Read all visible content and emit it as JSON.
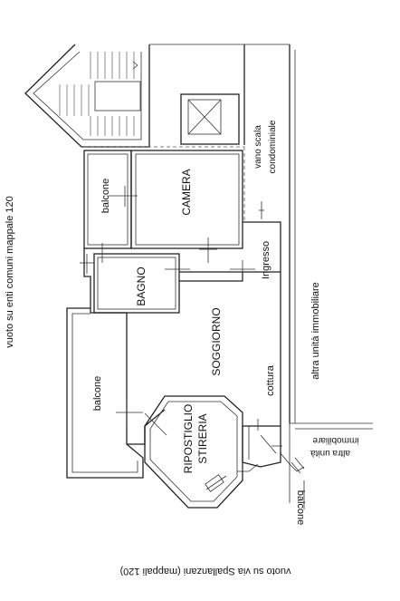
{
  "labels": {
    "camera": "CAMERA",
    "balcone_top": "balcone",
    "bagno": "BAGNO",
    "soggiorno": "SOGGIORNO",
    "ingresso": "Ingresso",
    "cottura": "cottura",
    "vano_scala_1": "vano scala",
    "vano_scala_2": "condominiale",
    "altra_unita_right": "altra unità immobiliare",
    "balcone_left": "balcone",
    "ripostiglio": "RIPOSTIGLIO",
    "stireria": "STIRERIA",
    "altra_unita_small_1": "altra unità",
    "altra_unita_small_2": "immobiliare",
    "balcone_bottom": "balcone",
    "vuoto_enti": "vuoto su enti comuni mappale 120",
    "vuoto_via": "vuoto su via Spallanzani (mappali 120)"
  }
}
